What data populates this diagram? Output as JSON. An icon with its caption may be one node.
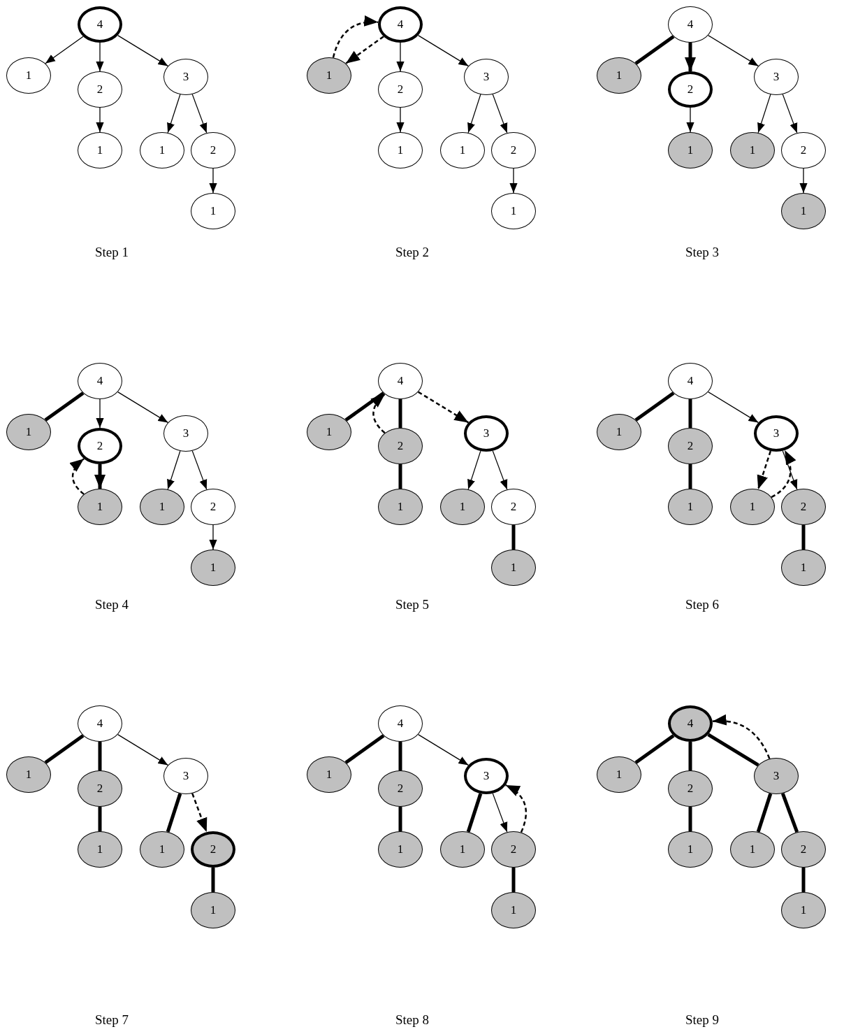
{
  "diagram": {
    "nodes": [
      {
        "text": [
          "4"
        ]
      },
      {
        "text": [
          "1"
        ]
      },
      {
        "text": [
          "2"
        ]
      },
      {
        "text": [
          "1"
        ]
      },
      {
        "text": [
          "3"
        ]
      },
      {
        "text": [
          "1"
        ]
      },
      {
        "text": [
          "2"
        ]
      },
      {
        "text": [
          "1"
        ]
      },
      {
        "text": [
          "4"
        ]
      },
      {
        "text": [
          "1"
        ]
      },
      {
        "text": [
          "2"
        ]
      },
      {
        "text": [
          "1"
        ]
      },
      {
        "text": [
          "3"
        ]
      },
      {
        "text": [
          "1"
        ]
      },
      {
        "text": [
          "2"
        ]
      },
      {
        "text": [
          "1"
        ]
      },
      {
        "text": [
          "4"
        ]
      },
      {
        "text": [
          "1"
        ]
      },
      {
        "text": [
          "2"
        ]
      },
      {
        "text": [
          "1"
        ]
      },
      {
        "text": [
          "3"
        ]
      },
      {
        "text": [
          "1"
        ]
      },
      {
        "text": [
          "2"
        ]
      },
      {
        "text": [
          "1"
        ]
      },
      {
        "text": [
          "4"
        ]
      },
      {
        "text": [
          "1"
        ]
      },
      {
        "text": [
          "2"
        ]
      },
      {
        "text": [
          "1"
        ]
      },
      {
        "text": [
          "3"
        ]
      },
      {
        "text": [
          "1"
        ]
      },
      {
        "text": [
          "2"
        ]
      },
      {
        "text": [
          "1"
        ]
      },
      {
        "text": [
          "4"
        ]
      },
      {
        "text": [
          "1"
        ]
      },
      {
        "text": [
          "2"
        ]
      },
      {
        "text": [
          "1"
        ]
      },
      {
        "text": [
          "3"
        ]
      },
      {
        "text": [
          "1"
        ]
      },
      {
        "text": [
          "2"
        ]
      },
      {
        "text": [
          "1"
        ]
      },
      {
        "text": [
          "4"
        ]
      },
      {
        "text": [
          "1"
        ]
      },
      {
        "text": [
          "2"
        ]
      },
      {
        "text": [
          "1"
        ]
      },
      {
        "text": [
          "3"
        ]
      },
      {
        "text": [
          "1"
        ]
      },
      {
        "text": [
          "2"
        ]
      },
      {
        "text": [
          "1"
        ]
      },
      {
        "text": [
          "4"
        ]
      },
      {
        "text": [
          "1"
        ]
      },
      {
        "text": [
          "2"
        ]
      },
      {
        "text": [
          "1"
        ]
      },
      {
        "text": [
          "3"
        ]
      },
      {
        "text": [
          "1"
        ]
      },
      {
        "text": [
          "2"
        ]
      },
      {
        "text": [
          "1"
        ]
      },
      {
        "text": [
          "4"
        ]
      },
      {
        "text": [
          "1"
        ]
      },
      {
        "text": [
          "2"
        ]
      },
      {
        "text": [
          "1"
        ]
      },
      {
        "text": [
          "3"
        ]
      },
      {
        "text": [
          "1"
        ]
      },
      {
        "text": [
          "2"
        ]
      },
      {
        "text": [
          "1"
        ]
      },
      {
        "text": [
          "4"
        ]
      },
      {
        "text": [
          "1"
        ]
      },
      {
        "text": [
          "2"
        ]
      },
      {
        "text": [
          "1"
        ]
      },
      {
        "text": [
          "3"
        ]
      },
      {
        "text": [
          "1"
        ]
      },
      {
        "text": [
          "2"
        ]
      },
      {
        "text": [
          "1"
        ]
      }
    ],
    "edges": [
      {
        "from": 0,
        "to": 1,
        "arrow": "to"
      },
      {
        "from": 0,
        "to": 2,
        "arrow": "to"
      },
      {
        "from": 2,
        "to": 3,
        "arrow": "to"
      },
      {
        "from": 0,
        "to": 4,
        "arrow": "to"
      },
      {
        "from": 4,
        "to": 5,
        "arrow": "to"
      },
      {
        "from": 4,
        "to": 6,
        "arrow": "to"
      },
      {
        "from": 6,
        "to": 7,
        "arrow": "to"
      },
      {
        "from": 8,
        "to": 9,
        "arrow": "to",
        "style": "dashed"
      },
      {
        "from": 8,
        "to": 10,
        "arrow": "to"
      },
      {
        "from": 10,
        "to": 11,
        "arrow": "to"
      },
      {
        "from": 8,
        "to": 12,
        "arrow": "to"
      },
      {
        "from": 12,
        "to": 13,
        "arrow": "to"
      },
      {
        "from": 12,
        "to": 14,
        "arrow": "to"
      },
      {
        "from": 14,
        "to": 15,
        "arrow": "to"
      },
      {
        "from": 9,
        "to": 8,
        "arrow": "to",
        "style": "dashed"
      },
      {
        "from": 16,
        "to": 17,
        "arrow": "none",
        "style": "thick"
      },
      {
        "from": 16,
        "to": 18,
        "arrow": "to",
        "style": "thick"
      },
      {
        "from": 18,
        "to": 19,
        "arrow": "to"
      },
      {
        "from": 16,
        "to": 20,
        "arrow": "to"
      },
      {
        "from": 20,
        "to": 21,
        "arrow": "to"
      },
      {
        "from": 20,
        "to": 22,
        "arrow": "to"
      },
      {
        "from": 22,
        "to": 23,
        "arrow": "to"
      },
      {
        "from": 24,
        "to": 25,
        "arrow": "none",
        "style": "thick"
      },
      {
        "from": 24,
        "to": 26,
        "arrow": "to"
      },
      {
        "from": 26,
        "to": 27,
        "arrow": "to",
        "style": "thick"
      },
      {
        "from": 24,
        "to": 28,
        "arrow": "to"
      },
      {
        "from": 28,
        "to": 29,
        "arrow": "to"
      },
      {
        "from": 28,
        "to": 30,
        "arrow": "to"
      },
      {
        "from": 30,
        "to": 31,
        "arrow": "to"
      },
      {
        "from": 27,
        "to": 26,
        "arrow": "to",
        "style": "dashed"
      },
      {
        "from": 32,
        "to": 33,
        "arrow": "none",
        "style": "thick"
      },
      {
        "from": 32,
        "to": 34,
        "arrow": "none",
        "style": "thick"
      },
      {
        "from": 34,
        "to": 35,
        "arrow": "none",
        "style": "thick"
      },
      {
        "from": 32,
        "to": 36,
        "arrow": "to",
        "style": "dashed"
      },
      {
        "from": 36,
        "to": 37,
        "arrow": "to"
      },
      {
        "from": 36,
        "to": 38,
        "arrow": "to"
      },
      {
        "from": 38,
        "to": 39,
        "arrow": "none",
        "style": "thick"
      },
      {
        "from": 34,
        "to": 32,
        "arrow": "to",
        "style": "dashed"
      },
      {
        "from": 40,
        "to": 41,
        "arrow": "none",
        "style": "thick"
      },
      {
        "from": 40,
        "to": 42,
        "arrow": "none",
        "style": "thick"
      },
      {
        "from": 42,
        "to": 43,
        "arrow": "none",
        "style": "thick"
      },
      {
        "from": 40,
        "to": 44,
        "arrow": "to"
      },
      {
        "from": 44,
        "to": 45,
        "arrow": "to",
        "style": "dashed"
      },
      {
        "from": 44,
        "to": 46,
        "arrow": "to"
      },
      {
        "from": 46,
        "to": 47,
        "arrow": "none",
        "style": "thick"
      },
      {
        "from": 45,
        "to": 44,
        "arrow": "to",
        "style": "dashed"
      },
      {
        "from": 48,
        "to": 49,
        "arrow": "none",
        "style": "thick"
      },
      {
        "from": 48,
        "to": 50,
        "arrow": "none",
        "style": "thick"
      },
      {
        "from": 50,
        "to": 51,
        "arrow": "none",
        "style": "thick"
      },
      {
        "from": 48,
        "to": 52,
        "arrow": "to"
      },
      {
        "from": 52,
        "to": 53,
        "arrow": "none",
        "style": "thick"
      },
      {
        "from": 52,
        "to": 54,
        "arrow": "to",
        "style": "dashed"
      },
      {
        "from": 54,
        "to": 55,
        "arrow": "none",
        "style": "thick"
      },
      {
        "from": 56,
        "to": 57,
        "arrow": "none",
        "style": "thick"
      },
      {
        "from": 56,
        "to": 58,
        "arrow": "none",
        "style": "thick"
      },
      {
        "from": 58,
        "to": 59,
        "arrow": "none",
        "style": "thick"
      },
      {
        "from": 56,
        "to": 60,
        "arrow": "to"
      },
      {
        "from": 60,
        "to": 61,
        "arrow": "none",
        "style": "thick"
      },
      {
        "from": 60,
        "to": 62,
        "arrow": "to"
      },
      {
        "from": 62,
        "to": 63,
        "arrow": "none",
        "style": "thick"
      },
      {
        "from": 62,
        "to": 60,
        "arrow": "to",
        "style": "dashed"
      },
      {
        "from": 64,
        "to": 65,
        "arrow": "none",
        "style": "thick"
      },
      {
        "from": 64,
        "to": 66,
        "arrow": "none",
        "style": "thick"
      },
      {
        "from": 66,
        "to": 67,
        "arrow": "none",
        "style": "thick"
      },
      {
        "from": 64,
        "to": 68,
        "arrow": "none",
        "style": "thick"
      },
      {
        "from": 68,
        "to": 69,
        "arrow": "none",
        "style": "thick"
      },
      {
        "from": 68,
        "to": 70,
        "arrow": "none",
        "style": "thick"
      },
      {
        "from": 70,
        "to": 71,
        "arrow": "none",
        "style": "thick"
      },
      {
        "from": 68,
        "to": 64,
        "arrow": "to",
        "style": "dashed"
      }
    ],
    "labels": [
      "Step 1",
      "Step 2",
      "Step 3",
      "Step 4",
      "Step 5",
      "Step 6",
      "Step 7",
      "Step 8",
      "Step 9"
    ]
  }
}
